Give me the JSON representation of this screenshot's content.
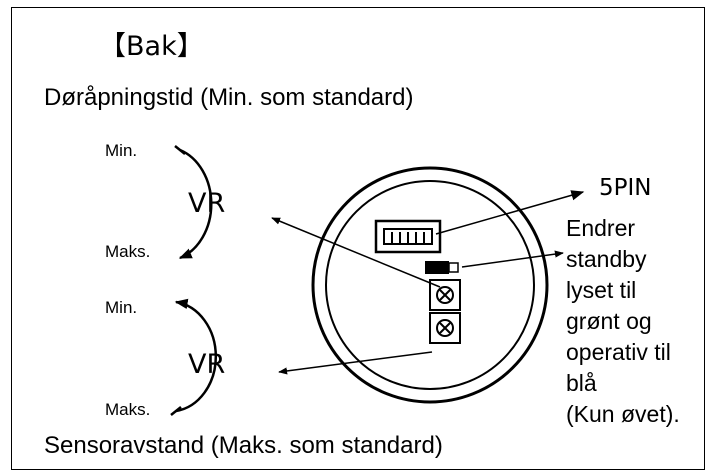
{
  "section_title": "【Bak】",
  "top_caption": "Døråpningstid (Min. som standard)",
  "bottom_caption": "Sensoravstand (Maks. som standard)",
  "upper_dial": {
    "min_label": "Min.",
    "max_label": "Maks.",
    "name": "VR"
  },
  "lower_dial": {
    "min_label": "Min.",
    "max_label": "Maks.",
    "name": "VR"
  },
  "connector_label": "5PIN",
  "led_note": [
    "Endrer",
    "standby",
    "lyset til",
    "grønt og",
    "operativ til",
    "blå",
    "(Kun øvet)."
  ]
}
